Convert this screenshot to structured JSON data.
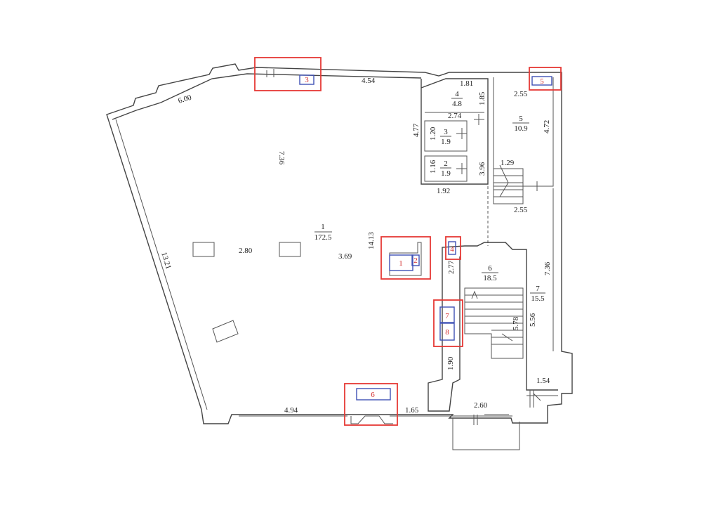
{
  "dimensions": {
    "d_6_00": "6.00",
    "d_4_54": "4.54",
    "d_7_36_a": "7.36",
    "d_13_21": "13.21",
    "d_2_80": "2.80",
    "d_3_69": "3.69",
    "d_14_13": "14.13",
    "d_4_94": "4.94",
    "d_1_65": "1.65",
    "d_2_60": "2.60",
    "d_1_90": "1.90",
    "d_1_81": "1.81",
    "d_1_85": "1.85",
    "d_2_74": "2.74",
    "d_4_77": "4.77",
    "d_1_20": "1.20",
    "d_1_16": "1.16",
    "d_1_92": "1.92",
    "d_3_96": "3.96",
    "d_2_55_a": "2.55",
    "d_4_72": "4.72",
    "d_1_29": "1.29",
    "d_2_55_b": "2.55",
    "d_2_77": "2.77",
    "d_7_36_b": "7.36",
    "d_5_78": "5.78",
    "d_5_56": "5.56",
    "d_1_54": "1.54"
  },
  "rooms": [
    {
      "num": "1",
      "area": "172.5"
    },
    {
      "num": "2",
      "area": "1.9"
    },
    {
      "num": "3",
      "area": "1.9"
    },
    {
      "num": "4",
      "area": "4.8"
    },
    {
      "num": "5",
      "area": "10.9"
    },
    {
      "num": "6",
      "area": "18.5"
    },
    {
      "num": "7",
      "area": "15.5"
    }
  ],
  "markers": [
    "1",
    "2",
    "3",
    "4",
    "5",
    "6",
    "7",
    "8"
  ],
  "colors": {
    "marker": "#e53935",
    "equipment": "#3f51b5",
    "wall": "#444444"
  }
}
